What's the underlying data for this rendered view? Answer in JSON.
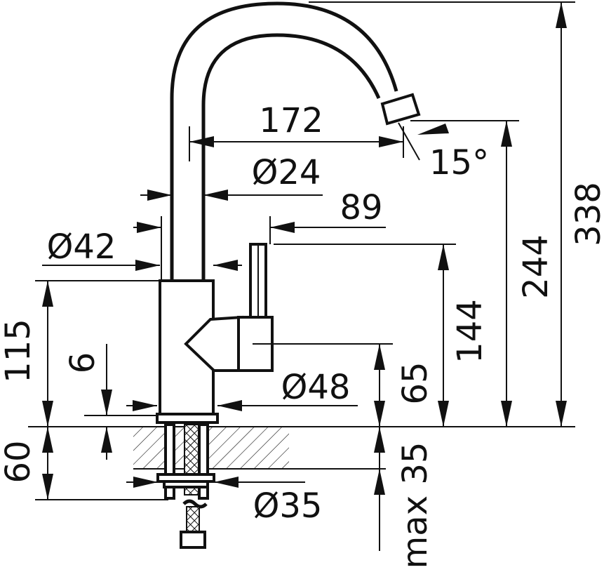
{
  "dimensions": {
    "reach": "172",
    "tube_diameter": "Ø24",
    "handle_offset": "89",
    "body_diameter_top": "Ø42",
    "handle_height": "144",
    "total_height": "338",
    "spout_height": "244",
    "body_height": "115",
    "base_thickness": "6",
    "base_height": "65",
    "base_diameter": "Ø48",
    "mount_depth": "60",
    "max_thickness": "max 35",
    "thread_diameter": "Ø35",
    "spout_angle": "15°"
  },
  "colors": {
    "line": "#111111",
    "background": "#ffffff"
  }
}
